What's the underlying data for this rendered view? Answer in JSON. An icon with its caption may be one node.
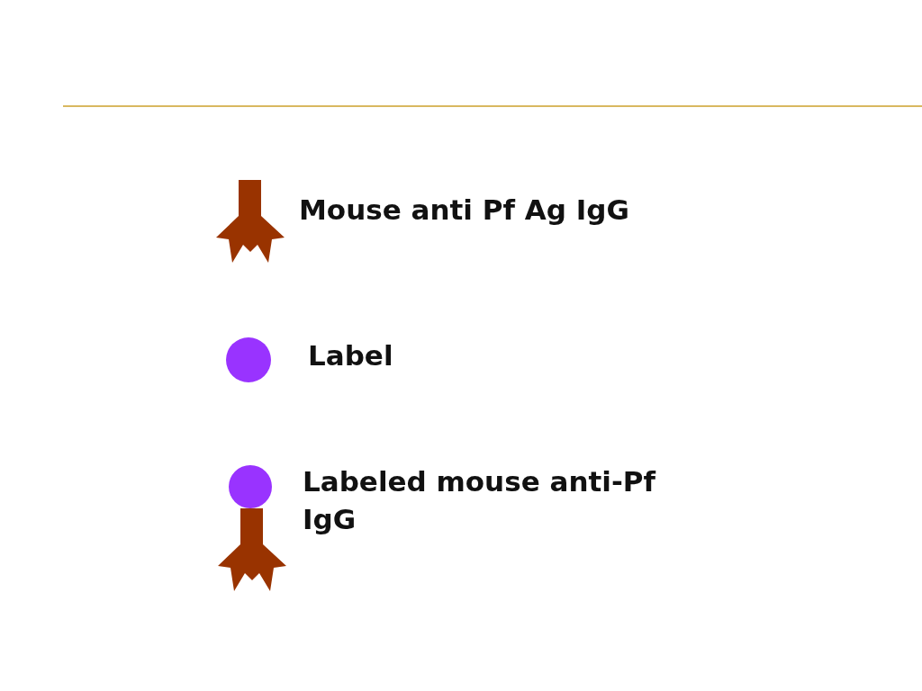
{
  "diagram": {
    "legend": [
      {
        "text": "Mouse anti Pf Ag IgG"
      },
      {
        "text": "Label"
      },
      {
        "text": "Labeled mouse anti-Pf IgG"
      }
    ]
  }
}
